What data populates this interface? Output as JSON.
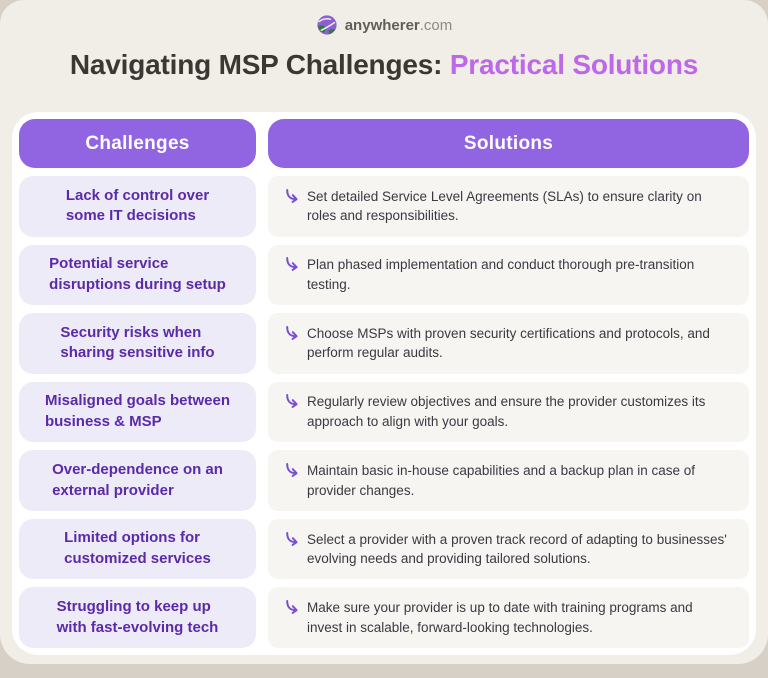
{
  "brand": {
    "icon": "globe-icon",
    "name": "anywherer",
    "suffix": ".com"
  },
  "title": {
    "prefix": "Navigating MSP Challenges: ",
    "accent": "Practical Solutions"
  },
  "table": {
    "challenges_header": "Challenges",
    "solutions_header": "Solutions",
    "rows": [
      {
        "challenge_lines": [
          "Lack of control over",
          "some IT decisions"
        ],
        "solution": "Set detailed Service Level Agreements (SLAs) to ensure clarity on roles and responsibilities."
      },
      {
        "challenge_lines": [
          "Potential service",
          "disruptions during setup"
        ],
        "solution": "Plan phased implementation and conduct thorough pre-transition testing."
      },
      {
        "challenge_lines": [
          "Security risks when",
          "sharing sensitive info"
        ],
        "solution": "Choose MSPs with proven security certifications and protocols, and perform regular audits."
      },
      {
        "challenge_lines": [
          "Misaligned goals between",
          "business & MSP"
        ],
        "solution": "Regularly review objectives and ensure the provider customizes its approach to align with your goals."
      },
      {
        "challenge_lines": [
          "Over-dependence on an",
          "external provider"
        ],
        "solution": "Maintain basic in-house capabilities and a backup plan in case of provider changes."
      },
      {
        "challenge_lines": [
          "Limited options for",
          "customized services"
        ],
        "solution": "Select a provider with a proven track record of adapting to businesses' evolving needs and providing tailored solutions."
      },
      {
        "challenge_lines": [
          "Struggling to keep up",
          "with fast-evolving tech"
        ],
        "solution": "Make sure your provider is up to date with training programs and invest in scalable, forward-looking technologies."
      }
    ]
  },
  "colors": {
    "header_purple": "#9165e2",
    "title_accent": "#bd68e8",
    "challenge_text": "#5b2aa8",
    "challenge_bg": "#ecebf7",
    "solution_bg": "#f7f5f2",
    "arrow_purple": "#7a4ed2",
    "page_bg": "#f1ede7",
    "frame_bg": "#d7d0c6",
    "card_bg": "#ffffff"
  }
}
